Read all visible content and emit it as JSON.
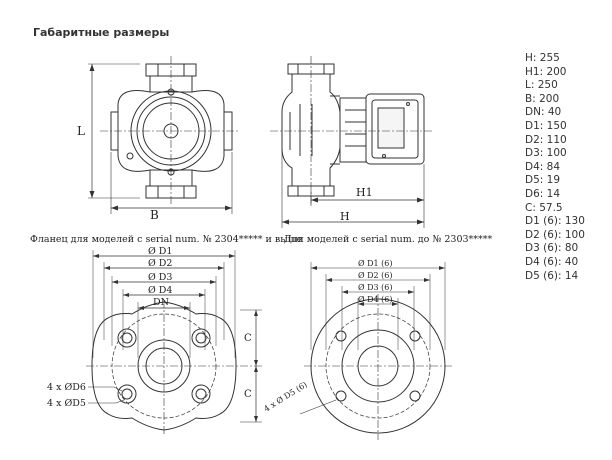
{
  "section_title": "Габаритные размеры",
  "specs": [
    "H: 255",
    "H1: 200",
    "L: 250",
    "B: 200",
    "DN: 40",
    "D1: 150",
    "D2: 110",
    "D3: 100",
    "D4: 84",
    "D5: 19",
    "D6: 14",
    "C: 57.5",
    "D1 (6): 130",
    "D2 (6): 100",
    "D3 (6): 80",
    "D4 (6): 40",
    "D5 (6): 14"
  ],
  "captions": {
    "left": "Фланец для моделей с serial num. № 2304***** и выше",
    "right": "Для моделей с serial num. до № 2303*****"
  },
  "labels": {
    "L": "L",
    "B": "B",
    "H": "H",
    "H1": "H1",
    "D1": "Ø D1",
    "D2": "Ø D2",
    "D3": "Ø D3",
    "D4": "Ø D4",
    "DN": "DN",
    "C1": "C",
    "C2": "C",
    "holes_d6": "4 x ØD6",
    "holes_d5": "4 x ØD5",
    "r_D1": "Ø D1 (6)",
    "r_D2": "Ø D2 (6)",
    "r_D3": "Ø D3 (6)",
    "r_D4": "Ø D4 (6)",
    "r_holes": "4 x Ø D5 (6)"
  }
}
